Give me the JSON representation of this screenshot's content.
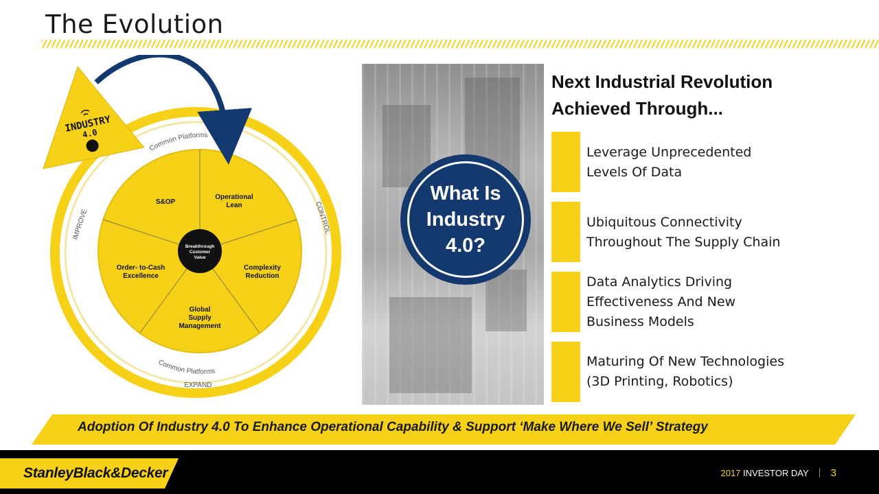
{
  "title": "The Evolution",
  "industry_badge": {
    "line1": "INDUSTRY",
    "line2": "4.0"
  },
  "wheel": {
    "ring_labels": {
      "top": "Common Platforms",
      "bottom": "Common Platforms",
      "left": "IMPROVE",
      "right": "CONTROL",
      "base": "EXPAND"
    },
    "segments": [
      "S&OP",
      "Operational Lean",
      "Order- to-Cash Excellence",
      "Complexity Reduction",
      "Global Supply Management"
    ],
    "center": [
      "Breakthrough",
      "Customer",
      "Value"
    ]
  },
  "circle": {
    "line1": "What Is",
    "line2": "Industry",
    "line3": "4.0?"
  },
  "heading": {
    "line1": "Next Industrial Revolution",
    "line2": "Achieved Through..."
  },
  "items": [
    {
      "line1": "Leverage Unprecedented",
      "line2": "Levels Of Data"
    },
    {
      "line1": "Ubiquitous Connectivity",
      "line2": "Throughout The Supply Chain"
    },
    {
      "line1": "Data Analytics Driving",
      "line2": "Effectiveness And New",
      "line3": "Business Models"
    },
    {
      "line1": "Maturing Of New Technologies",
      "line2": "(3D Printing, Robotics)"
    }
  ],
  "banner": "Adoption Of Industry 4.0 To Enhance Operational Capability & Support ‘Make Where We Sell’ Strategy",
  "footer": {
    "logo": "StanleyBlack&Decker",
    "year": "2017",
    "event": "INVESTOR DAY",
    "page": "3"
  },
  "colors": {
    "accent": "#f7d117",
    "navy": "#13396e",
    "text": "#1a1a1a"
  }
}
